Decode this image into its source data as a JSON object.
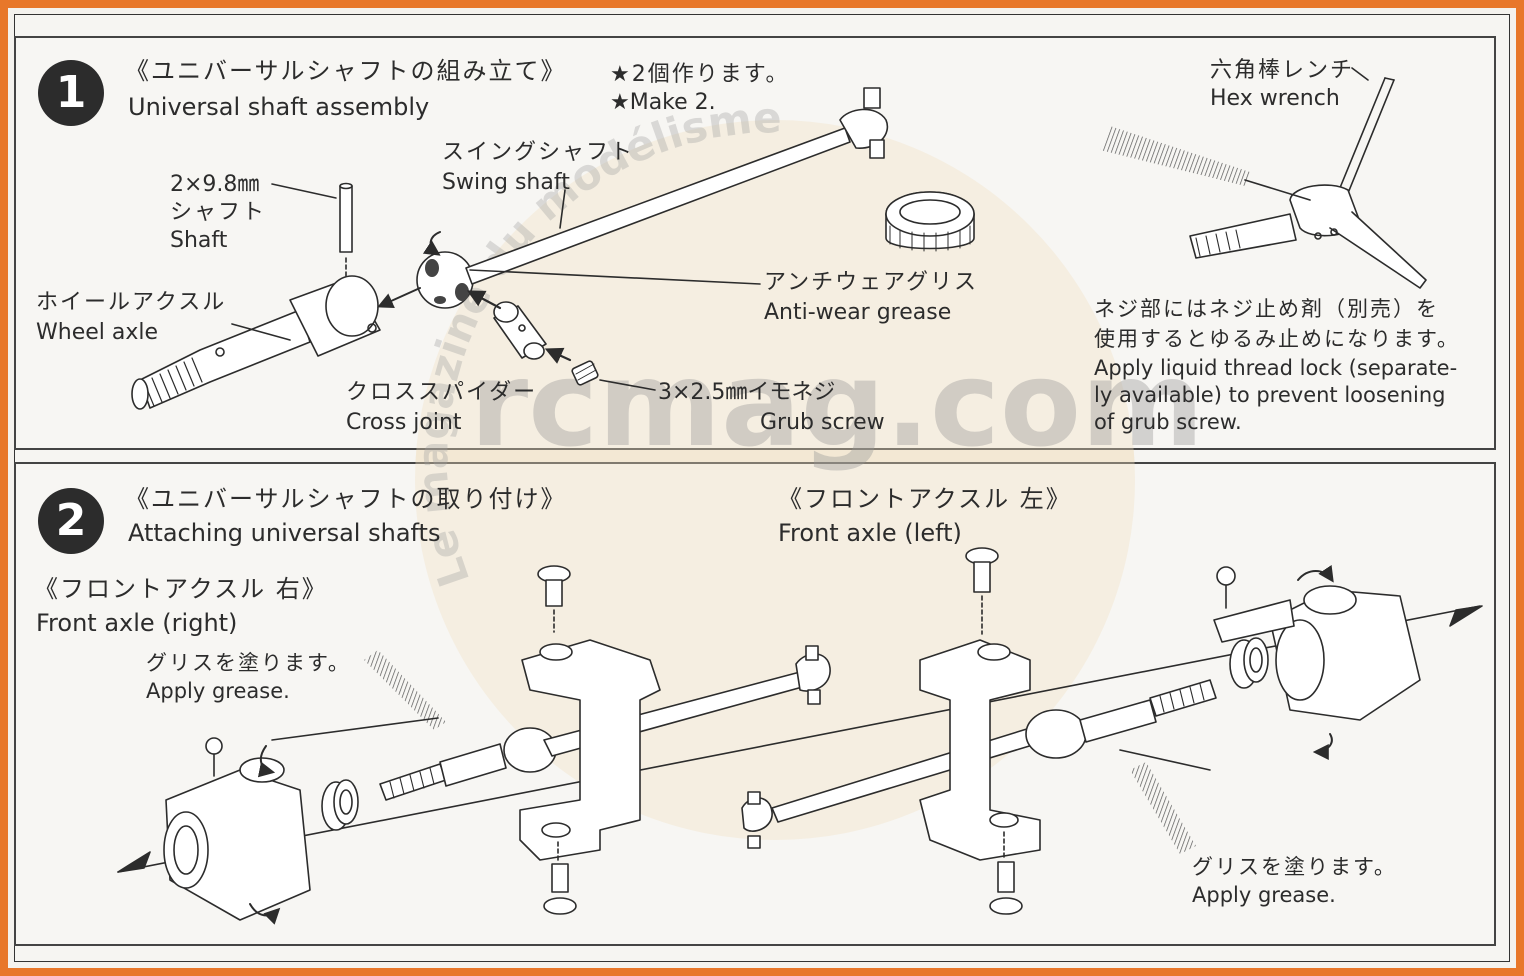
{
  "step1": {
    "number": "1",
    "title_jp": "《ユニバーサルシャフトの組み立て》",
    "title_en": "Universal shaft assembly",
    "note_jp": "★2個作ります。",
    "note_en": "★Make 2.",
    "labels": {
      "shaft_size": "2×9.8㎜",
      "shaft_jp": "シャフト",
      "shaft_en": "Shaft",
      "wheel_axle_jp": "ホイールアクスル",
      "wheel_axle_en": "Wheel axle",
      "swing_shaft_jp": "スイングシャフト",
      "swing_shaft_en": "Swing shaft",
      "grease_jp": "アンチウェアグリス",
      "grease_en": "Anti-wear grease",
      "cross_joint_jp": "クロススパイダー",
      "cross_joint_en": "Cross joint",
      "grub_screw_jp": "3×2.5㎜イモネジ",
      "grub_screw_en": "Grub screw",
      "hex_wrench_jp": "六角棒レンチ",
      "hex_wrench_en": "Hex wrench",
      "threadlock_jp_1": "ネジ部にはネジ止め剤（別売）を",
      "threadlock_jp_2": "使用するとゆるみ止めになります。",
      "threadlock_en_1": "Apply liquid thread lock (separate-",
      "threadlock_en_2": "ly available) to prevent loosening",
      "threadlock_en_3": "of grub screw."
    }
  },
  "step2": {
    "number": "2",
    "title_jp": "《ユニバーサルシャフトの取り付け》",
    "title_en": "Attaching universal shafts",
    "labels": {
      "front_left_jp": "《フロントアクスル 左》",
      "front_left_en": "Front axle (left)",
      "front_right_jp": "《フロントアクスル 右》",
      "front_right_en": "Front axle (right)",
      "grease_left_jp": "グリスを塗ります。",
      "grease_left_en": "Apply grease.",
      "grease_right_jp": "グリスを塗ります。",
      "grease_right_en": "Apply grease."
    }
  },
  "watermark": {
    "site": "rcmag.com",
    "arc_text": "Le magazine du modélisme"
  },
  "colors": {
    "frame": "#e8772a",
    "ink": "#2c2c2c",
    "watermark_circle": "#f3e6cf"
  }
}
